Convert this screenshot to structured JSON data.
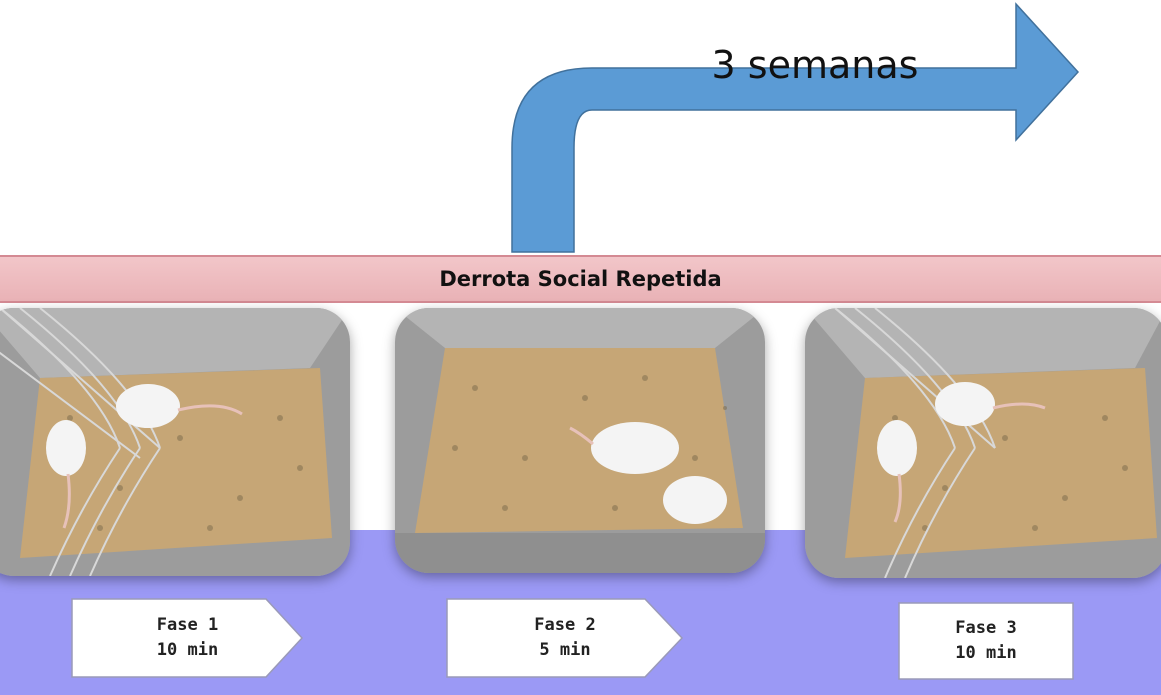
{
  "arrow": {
    "label": "3 semanas",
    "color": "#5b9bd5"
  },
  "banner": {
    "title": "Derrota Social Repetida"
  },
  "colors": {
    "band": "#9b99f5",
    "banner": "#efbfc3",
    "bedding": "#c8a878",
    "mouse": "#f4f4f4"
  },
  "phases": [
    {
      "name": "Fase 1",
      "duration": "10 min"
    },
    {
      "name": "Fase 2",
      "duration": "5 min"
    },
    {
      "name": "Fase 3",
      "duration": "10 min"
    }
  ],
  "photos": [
    {
      "name": "cage-photo-phase-1",
      "content": "two-mice-with-mesh-divider"
    },
    {
      "name": "cage-photo-phase-2",
      "content": "two-mice-interacting"
    },
    {
      "name": "cage-photo-phase-3",
      "content": "two-mice-with-mesh-divider"
    }
  ]
}
